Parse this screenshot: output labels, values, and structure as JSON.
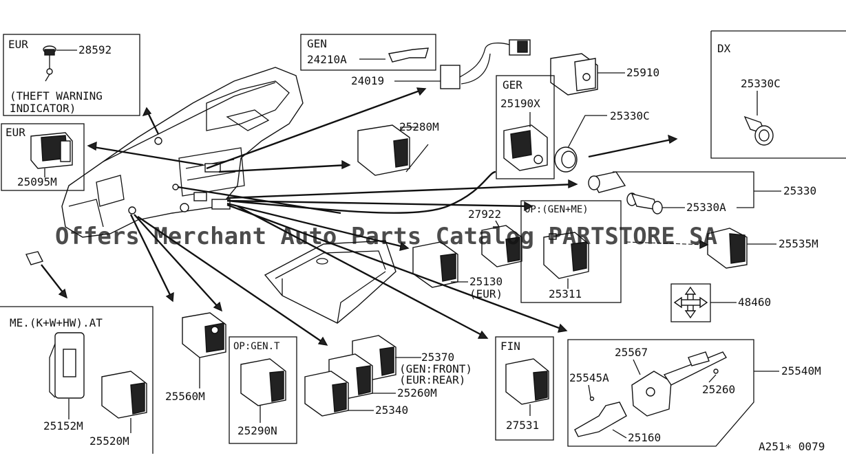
{
  "watermark": "Offers Merchant Auto Parts Catalog PARTSTORE SA",
  "diagram_id": "A251∗ 0079",
  "boxes": {
    "eur_theft": {
      "title": "EUR",
      "part": "28592",
      "note_line1": "(THEFT WARNING",
      "note_line2": "INDICATOR)"
    },
    "eur_switch": {
      "title": "EUR",
      "part": "25095M"
    },
    "gen": {
      "title": "GEN",
      "part": "24210A"
    },
    "ger": {
      "title": "GER",
      "part": "25190X"
    },
    "dx": {
      "title": "DX",
      "part": "25330C"
    },
    "op_gen_me": {
      "title": "OP:(GEN+ME)",
      "part": "25311"
    },
    "me_kwhw": {
      "title": "ME.(K+W+HW).AT",
      "part_a": "25152M",
      "part_b": "25520M"
    },
    "op_gent": {
      "title": "OP:GEN.T",
      "part": "25290N"
    },
    "fin": {
      "title": "FIN",
      "part": "27531"
    },
    "combo": {
      "part_a": "25567",
      "part_b": "25545A",
      "part_c": "25260",
      "part_d": "25160"
    }
  },
  "labels": {
    "p24019": "24019",
    "p25910": "25910",
    "p25280m": "25280M",
    "p25330c": "25330C",
    "p25330": "25330",
    "p25330a": "25330A",
    "p27922": "27922",
    "p25535m": "25535M",
    "p25130": "25130",
    "p25130_note": "(EUR)",
    "p48460": "48460",
    "p25560m": "25560M",
    "p25370": "25370",
    "p25370_note1": "(GEN:FRONT)",
    "p25370_note2": "(EUR:REAR)",
    "p25260m": "25260M",
    "p25340": "25340",
    "p25540m": "25540M"
  }
}
